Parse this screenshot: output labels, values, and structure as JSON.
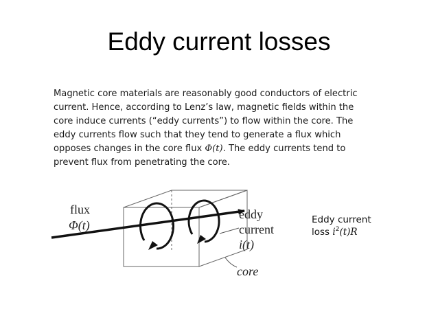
{
  "slide": {
    "title": "Eddy current losses",
    "paragraph": {
      "l1": "Magnetic core materials are reasonably good conductors of electric",
      "l2": "current. Hence, according to Lenz’s law, magnetic fields within the",
      "l3": "core induce currents (“eddy currents”) to flow within the core. The",
      "l4": "eddy currents flow such that they tend to generate a flux which",
      "l5_pre": "opposes changes in the core flux ",
      "l5_sym": "Φ(t)",
      "l5_post": ". The eddy currents tend to",
      "l6": "prevent flux from penetrating the core."
    }
  },
  "diagram": {
    "flux_label": "flux",
    "flux_symbol": "Φ(t)",
    "eddy_label": "eddy",
    "current_label": "current",
    "current_symbol": "i(t)",
    "core_label": "core"
  },
  "side_note": {
    "line1": "Eddy current",
    "line2_pre": "loss ",
    "line2_i": "i",
    "line2_sup": "2",
    "line2_rest": "(t)R"
  }
}
